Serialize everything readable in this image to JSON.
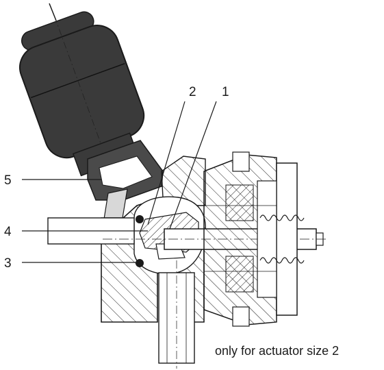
{
  "callouts": [
    {
      "id": "1",
      "text": "1"
    },
    {
      "id": "2",
      "text": "2"
    },
    {
      "id": "3",
      "text": "3"
    },
    {
      "id": "4",
      "text": "4"
    },
    {
      "id": "5",
      "text": "5"
    }
  ],
  "caption": "only for actuator size 2",
  "colors": {
    "ink": "#1a1a1a",
    "actuator_fill": "#3a3a3a",
    "body_fill": "#ffffff"
  }
}
